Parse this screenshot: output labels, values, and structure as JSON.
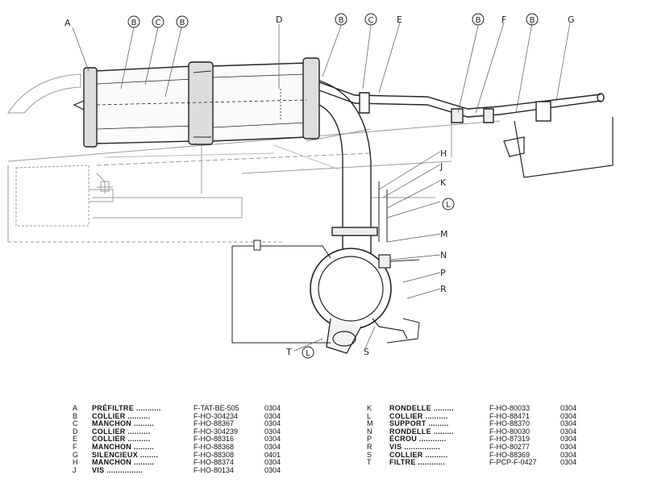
{
  "callouts": {
    "A": "A",
    "B1": "B",
    "C1": "C",
    "B2": "B",
    "D": "D",
    "B3": "B",
    "C2": "C",
    "E": "E",
    "B4": "B",
    "F": "F",
    "B5": "B",
    "G": "G",
    "H": "H",
    "J": "J",
    "K": "K",
    "L1": "L",
    "M": "M",
    "N": "N",
    "P": "P",
    "R": "R",
    "T": "T",
    "L2": "L",
    "S": "S"
  },
  "parts_left": [
    {
      "letter": "A",
      "name": "PRÉFILTRE ...........",
      "ref": "F-TAT-BE-505",
      "code": "0304"
    },
    {
      "letter": "B",
      "name": "COLLIER ..........",
      "ref": "F-HO-304234",
      "code": "0304"
    },
    {
      "letter": "C",
      "name": "MANCHON .........",
      "ref": "F-HO-88367",
      "code": "0304"
    },
    {
      "letter": "D",
      "name": "COLLIER ..........",
      "ref": "F-HO-304239",
      "code": "0304"
    },
    {
      "letter": "E",
      "name": "COLLIER ..........",
      "ref": "F-HO-88316",
      "code": "0304"
    },
    {
      "letter": "F",
      "name": "MANCHON .........",
      "ref": "F-HO-88368",
      "code": "0304"
    },
    {
      "letter": "G",
      "name": "SILENCIEUX ........",
      "ref": "F-HO-88308",
      "code": "0401"
    },
    {
      "letter": "H",
      "name": "MANCHON .........",
      "ref": "F-HO-88374",
      "code": "0304"
    },
    {
      "letter": "J",
      "name": "VIS ................",
      "ref": "F-HO-80134",
      "code": "0304"
    }
  ],
  "parts_right": [
    {
      "letter": "K",
      "name": "RONDELLE .........",
      "ref": "F-HO-80033",
      "code": "0304"
    },
    {
      "letter": "L",
      "name": "COLLIER ..........",
      "ref": "F-HO-88471",
      "code": "0304"
    },
    {
      "letter": "M",
      "name": "SUPPORT .........",
      "ref": "F-HO-88370",
      "code": "0304"
    },
    {
      "letter": "N",
      "name": "RONDELLE .........",
      "ref": "F-HO-80030",
      "code": "0304"
    },
    {
      "letter": "P",
      "name": "ÉCROU ............",
      "ref": "F-HO-87319",
      "code": "0304"
    },
    {
      "letter": "R",
      "name": "VIS ................",
      "ref": "F-HO-80277",
      "code": "0304"
    },
    {
      "letter": "S",
      "name": "COLLIER ..........",
      "ref": "F-HO-88369",
      "code": "0304"
    },
    {
      "letter": "T",
      "name": "FILTRE ............",
      "ref": "F-PCP-F-0427",
      "code": "0304"
    }
  ]
}
